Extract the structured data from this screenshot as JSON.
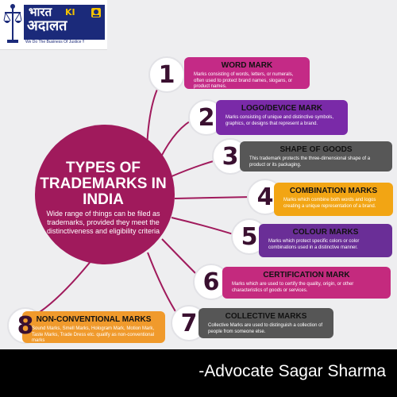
{
  "logo": {
    "line1": "भारत",
    "line1b": "KI",
    "line2": "अदालत",
    "tagline": "We Do The Business Of Justice !!"
  },
  "center": {
    "title": "TYPES OF TRADEMARKS IN INDIA",
    "description": "Wide range of things can be filed as trademarks, provided they meet the distinctiveness and eligibility criteria",
    "color": "#a01a5c"
  },
  "items": [
    {
      "number": "1",
      "title": "WORD MARK",
      "description": "Marks consisting of words, letters, or numerals, often used to protect brand names, slogans, or product names.",
      "color": "#c42a86"
    },
    {
      "number": "2",
      "title": "LOGO/DEVICE MARK",
      "description": "Marks consisting of unique and distinctive symbols, graphics, or designs that represent a brand.",
      "color": "#7a2aa8"
    },
    {
      "number": "3",
      "title": "SHAPE OF GOODS",
      "description": "This trademark protects the three-dimensional shape of a product or its packaging.",
      "color": "#575757"
    },
    {
      "number": "4",
      "title": "COMBINATION MARKS",
      "description": "Marks which combine both words and logos creating a unique representation of a brand.",
      "color": "#f2a514"
    },
    {
      "number": "5",
      "title": "COLOUR MARKS",
      "description": "Marks which protect specific colors or color combinations used in a distinctive manner.",
      "color": "#6a2e97"
    },
    {
      "number": "6",
      "title": "CERTIFICATION MARK",
      "description": "Marks which are used to certify the quality, origin, or other characteristics of goods or services.",
      "color": "#c42a7e"
    },
    {
      "number": "7",
      "title": "COLLECTIVE MARKS",
      "description": "Collective Marks are used to distinguish a collection of people from someone else.",
      "color": "#565656"
    },
    {
      "number": "8",
      "title": "NON-CONVENTIONAL MARKS",
      "description": "Sound Marks, Smell Marks, Hologram Mark, Motion Mark, Taste Marks, Trade Dress etc. qualify as non-conventional marks",
      "color": "#f09a2c"
    }
  ],
  "footer": {
    "signature": "-Advocate Sagar Sharma"
  }
}
